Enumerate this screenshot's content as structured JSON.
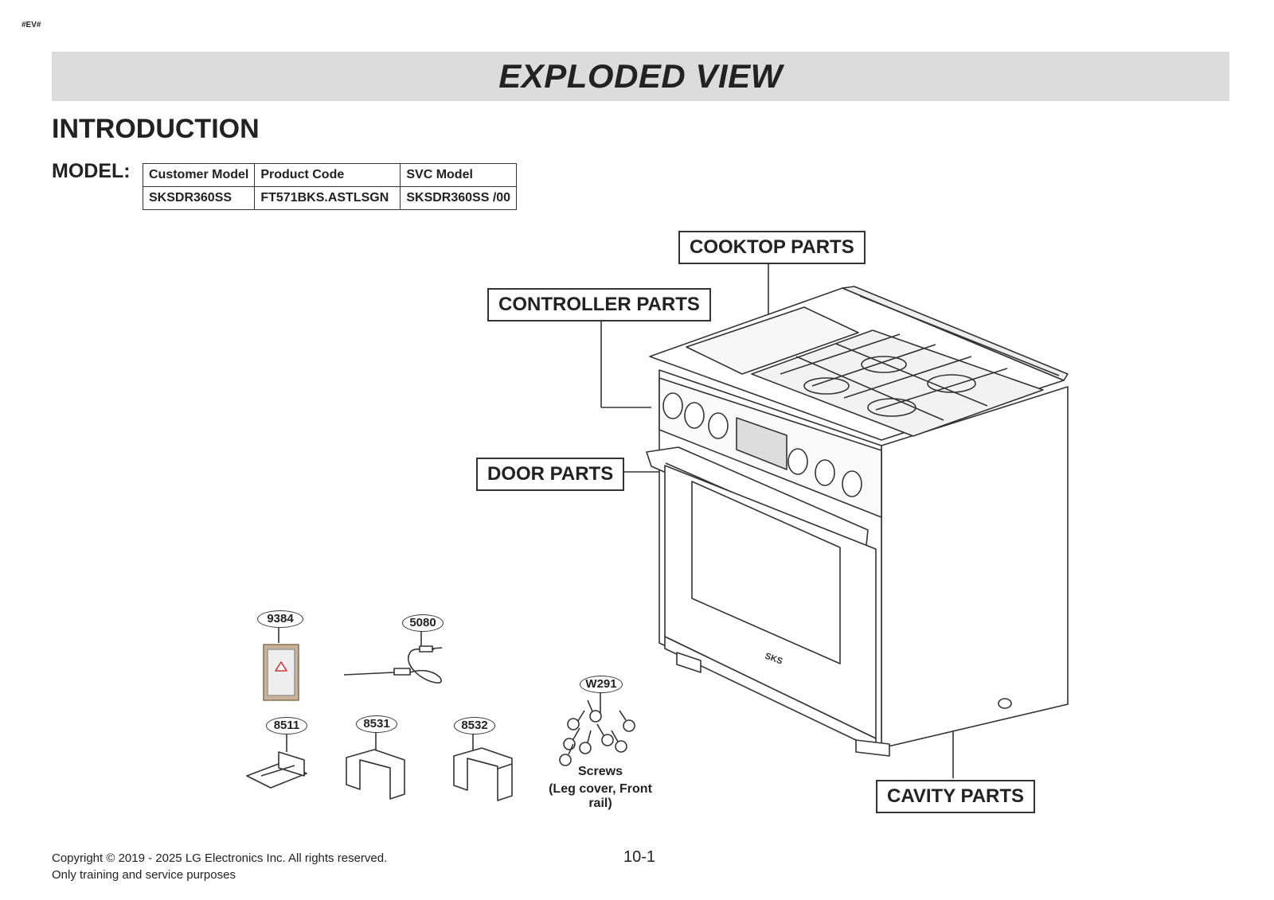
{
  "doc_tag": "#EV#",
  "title": "EXPLODED VIEW",
  "section_heading": "INTRODUCTION",
  "model": {
    "label": "MODEL:",
    "headers": [
      "Customer Model",
      "Product Code",
      "SVC Model"
    ],
    "row": [
      "SKSDR360SS",
      "FT571BKS.ASTLSGN",
      "SKSDR360SS /00"
    ]
  },
  "callouts": {
    "cooktop": "COOKTOP PARTS",
    "controller": "CONTROLLER  PARTS",
    "door": "DOOR PARTS",
    "cavity": "CAVITY PARTS"
  },
  "parts": {
    "p9384": "9384",
    "p5080": "5080",
    "p8511": "8511",
    "p8531": "8531",
    "p8532": "8532",
    "pW291": "W291"
  },
  "screws_caption": {
    "line1": "Screws",
    "line2": "(Leg cover, Front rail)"
  },
  "brand_on_door": "SKS",
  "footer": {
    "copyright": "Copyright © 2019 - 2025 LG Electronics Inc. All rights reserved.",
    "note": "Only training and service purposes",
    "page": "10-1"
  }
}
